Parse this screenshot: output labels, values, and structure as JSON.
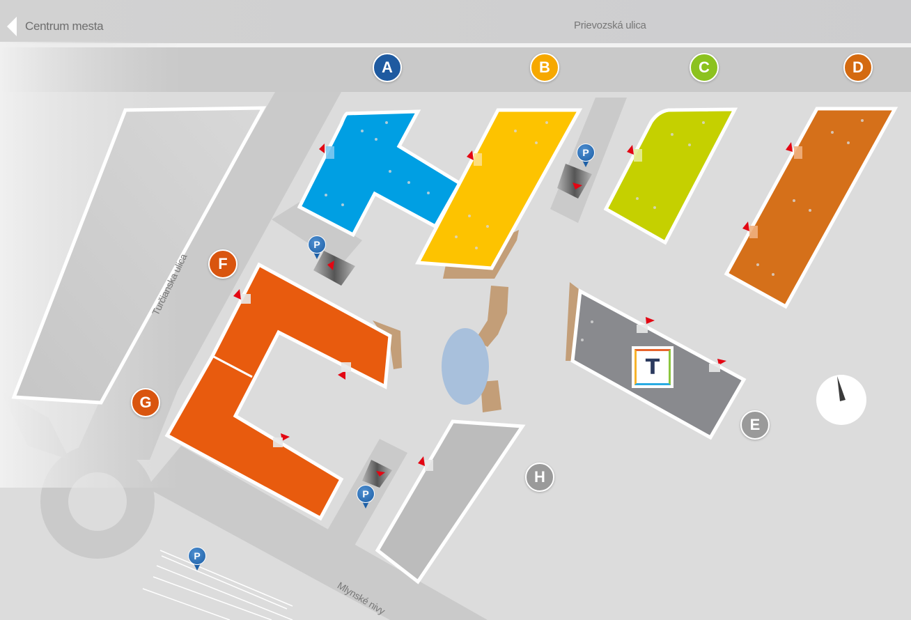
{
  "topbar": {
    "back_label": "Centrum mesta",
    "street_label": "Prievozská ulica"
  },
  "streets": {
    "turcianska": "Turčianska ulica",
    "mlynske": "Mlynské nivy"
  },
  "markers": [
    {
      "letter": "A",
      "color": "#1e5aa0"
    },
    {
      "letter": "B",
      "color": "#f6a800"
    },
    {
      "letter": "C",
      "color": "#8cc21f"
    },
    {
      "letter": "D",
      "color": "#d46a10"
    },
    {
      "letter": "E",
      "color": "#9a9a9a"
    },
    {
      "letter": "F",
      "color": "#d9550f"
    },
    {
      "letter": "G",
      "color": "#d9550f"
    },
    {
      "letter": "H",
      "color": "#9a9a9a"
    }
  ],
  "parking": {
    "label": "P",
    "count": 4
  },
  "logo": {
    "letter": "T"
  },
  "colors": {
    "building_a": "#009fe3",
    "building_b": "#fdc300",
    "building_c": "#c5d000",
    "building_d": "#d5701a",
    "building_e": "#898a8e",
    "building_f": "#e85b0e",
    "building_h": "#bcbcbc",
    "pond": "#a8c0dc",
    "path": "#c39e78",
    "road": "#cacaca",
    "ground": "#dcdcdc"
  },
  "icons": {
    "back": "chevron-left-icon",
    "parking": "parking-pin-icon",
    "compass": "compass-needle-icon",
    "entrance": "entrance-arrow-icon"
  }
}
